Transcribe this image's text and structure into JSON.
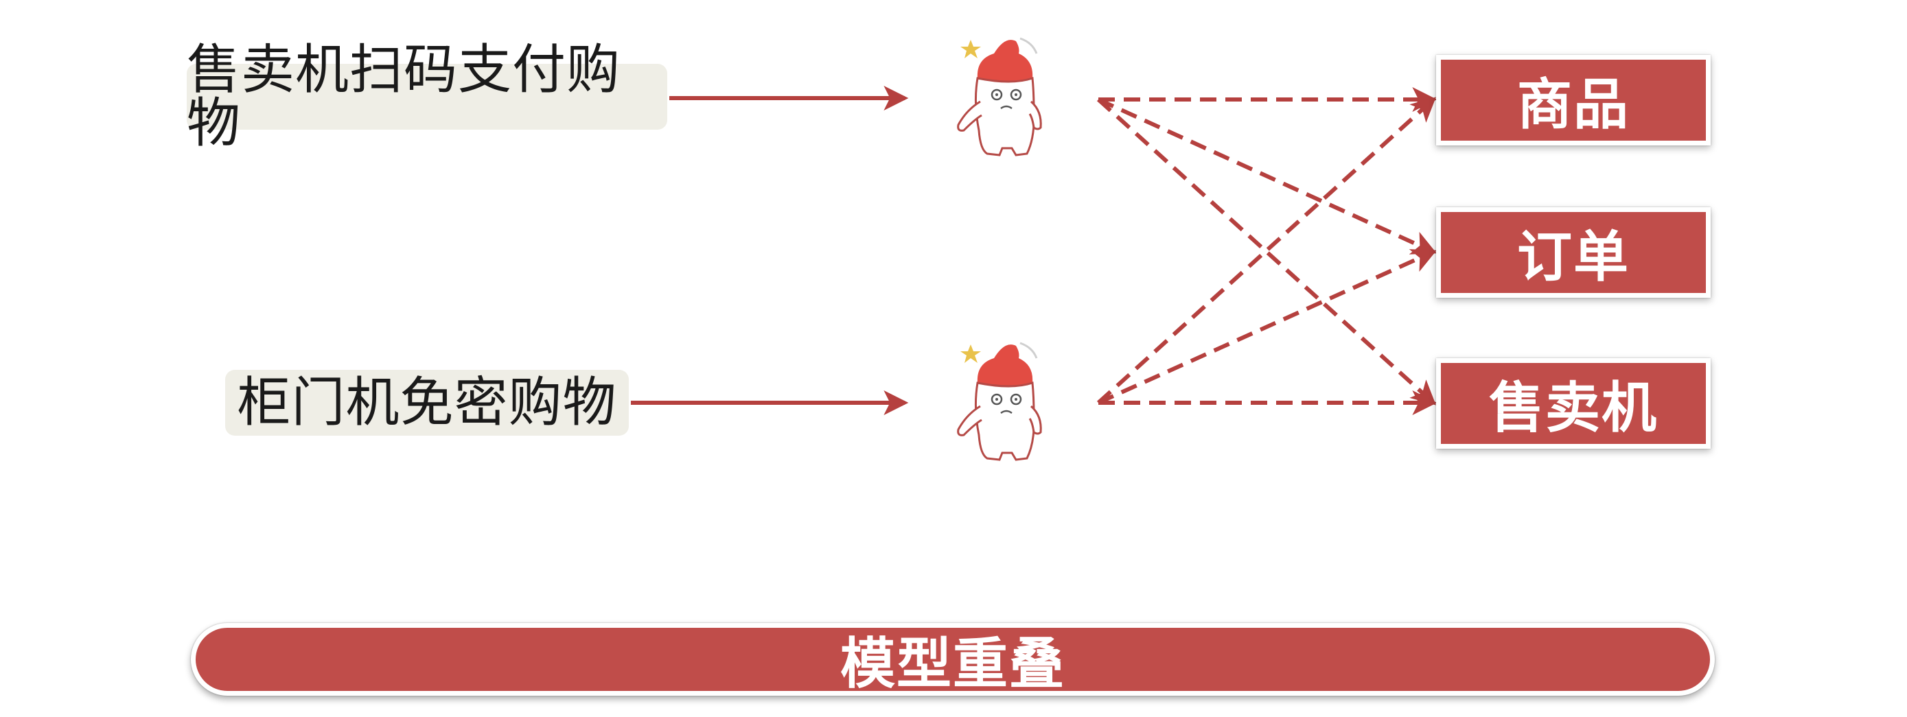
{
  "scenarios": [
    {
      "label": "售卖机扫码支付购物"
    },
    {
      "label": "柜门机免密购物"
    }
  ],
  "entities": [
    {
      "label": "商品"
    },
    {
      "label": "订单"
    },
    {
      "label": "售卖机"
    }
  ],
  "banner": {
    "label": "模型重叠"
  },
  "icons": {
    "mascot": "confused-mascot-icon",
    "star": "star-icon"
  },
  "colors": {
    "accent": "#c04d4a",
    "arrow": "#b5403e",
    "scenario_bg": "#efeee6",
    "text_dark": "#1a1a1a",
    "text_light": "#ffffff"
  }
}
